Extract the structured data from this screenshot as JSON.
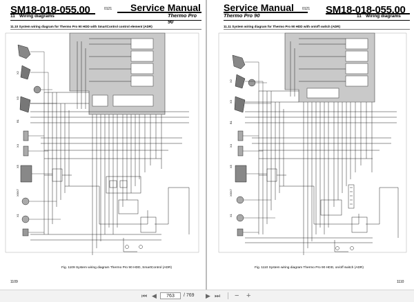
{
  "left_page": {
    "doc_number": "SM18-018-055.00",
    "code": "0121",
    "manual_title": "Service Manual",
    "product": "Thermo Pro 90",
    "chapter_number": "11",
    "chapter_title": "Wiring diagrams",
    "section_title": "11.10   System wiring diagram for Thermo Pro 90 HDD with SmartControl control element (ADR)",
    "caption": "Fig. 1109   System wiring diagram Thermo Pro 90 HDD, SmartControl (ADR)",
    "page_number": "1109",
    "side_labels": [
      "X2",
      "X3",
      "B1",
      "X4",
      "X5",
      "X6/X7",
      "X1"
    ]
  },
  "right_page": {
    "doc_number": "SM18-018-055.00",
    "code": "0121",
    "manual_title": "Service Manual",
    "product": "Thermo Pro 90",
    "chapter_number": "11",
    "chapter_title": "Wiring diagrams",
    "section_title": "11.11   System wiring diagram for Thermo Pro 90 HDD with on/off switch (ADR)",
    "caption": "Fig. 1110   System wiring diagram Thermo Pro 90 HDD, on/off switch (ADR)",
    "page_number": "1110",
    "side_labels": [
      "X2",
      "X3",
      "B1",
      "X4",
      "X5",
      "X6/X7",
      "X1"
    ]
  },
  "toolbar": {
    "first": "⏮",
    "prev": "◀",
    "current_page": "763",
    "total": "/ 769",
    "next": "▶",
    "last": "⏭",
    "zoom_out": "−",
    "zoom_in": "+"
  },
  "colors": {
    "module_fill": "#c9c9c9",
    "wire": "#222222",
    "toolbar_bg": "#f2f2f2"
  }
}
